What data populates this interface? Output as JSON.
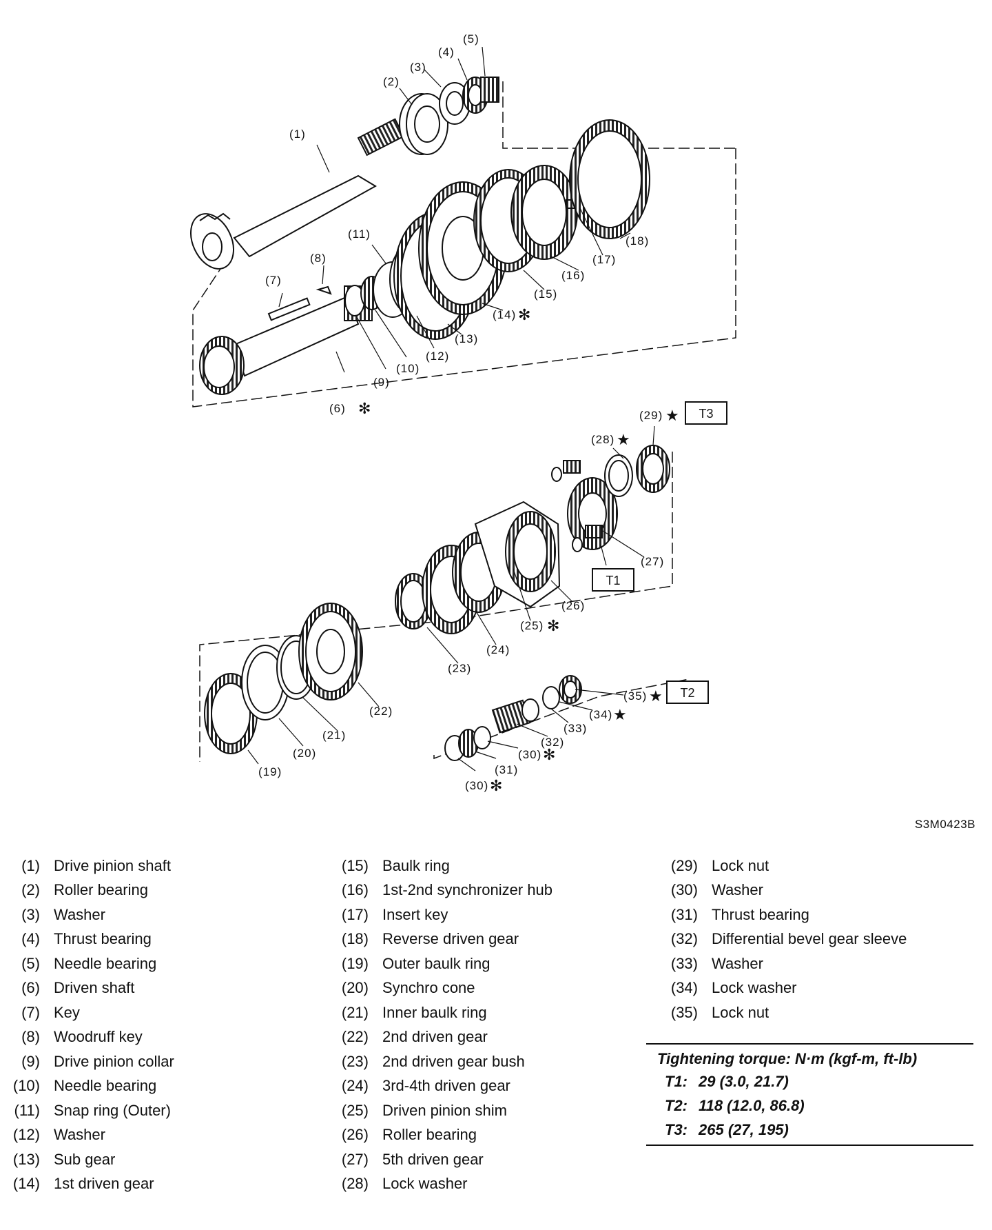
{
  "figure_code": "S3M0423B",
  "callouts": [
    {
      "id": "1",
      "text": "(1)"
    },
    {
      "id": "2",
      "text": "(2)"
    },
    {
      "id": "3",
      "text": "(3)"
    },
    {
      "id": "4",
      "text": "(4)"
    },
    {
      "id": "5",
      "text": "(5)"
    },
    {
      "id": "6",
      "text": "(6)"
    },
    {
      "id": "7",
      "text": "(7)"
    },
    {
      "id": "8",
      "text": "(8)"
    },
    {
      "id": "9",
      "text": "(9)"
    },
    {
      "id": "10",
      "text": "(10)"
    },
    {
      "id": "11",
      "text": "(11)"
    },
    {
      "id": "12",
      "text": "(12)"
    },
    {
      "id": "13",
      "text": "(13)"
    },
    {
      "id": "14",
      "text": "(14)"
    },
    {
      "id": "15",
      "text": "(15)"
    },
    {
      "id": "16",
      "text": "(16)"
    },
    {
      "id": "17",
      "text": "(17)"
    },
    {
      "id": "18",
      "text": "(18)"
    },
    {
      "id": "19",
      "text": "(19)"
    },
    {
      "id": "20",
      "text": "(20)"
    },
    {
      "id": "21",
      "text": "(21)"
    },
    {
      "id": "22",
      "text": "(22)"
    },
    {
      "id": "23",
      "text": "(23)"
    },
    {
      "id": "24",
      "text": "(24)"
    },
    {
      "id": "25",
      "text": "(25)"
    },
    {
      "id": "26",
      "text": "(26)"
    },
    {
      "id": "27",
      "text": "(27)"
    },
    {
      "id": "28",
      "text": "(28)"
    },
    {
      "id": "29",
      "text": "(29)"
    },
    {
      "id": "30a",
      "text": "(30)"
    },
    {
      "id": "30b",
      "text": "(30)"
    },
    {
      "id": "31",
      "text": "(31)"
    },
    {
      "id": "32",
      "text": "(32)"
    },
    {
      "id": "33",
      "text": "(33)"
    },
    {
      "id": "34",
      "text": "(34)"
    },
    {
      "id": "35",
      "text": "(35)"
    }
  ],
  "marks": {
    "asterisk": "✻",
    "star": "★"
  },
  "torque_boxes": {
    "t1": "T1",
    "t2": "T2",
    "t3": "T3"
  },
  "legend": {
    "col1": [
      {
        "num": "(1)",
        "label": "Drive pinion shaft"
      },
      {
        "num": "(2)",
        "label": "Roller bearing"
      },
      {
        "num": "(3)",
        "label": "Washer"
      },
      {
        "num": "(4)",
        "label": "Thrust bearing"
      },
      {
        "num": "(5)",
        "label": "Needle bearing"
      },
      {
        "num": "(6)",
        "label": "Driven shaft"
      },
      {
        "num": "(7)",
        "label": "Key"
      },
      {
        "num": "(8)",
        "label": "Woodruff key"
      },
      {
        "num": "(9)",
        "label": "Drive pinion collar"
      },
      {
        "num": "(10)",
        "label": "Needle bearing"
      },
      {
        "num": "(11)",
        "label": "Snap ring (Outer)"
      },
      {
        "num": "(12)",
        "label": "Washer"
      },
      {
        "num": "(13)",
        "label": "Sub gear"
      },
      {
        "num": "(14)",
        "label": "1st driven gear"
      }
    ],
    "col2": [
      {
        "num": "(15)",
        "label": "Baulk ring"
      },
      {
        "num": "(16)",
        "label": "1st-2nd synchronizer hub"
      },
      {
        "num": "(17)",
        "label": "Insert key"
      },
      {
        "num": "(18)",
        "label": "Reverse driven gear"
      },
      {
        "num": "(19)",
        "label": "Outer baulk ring"
      },
      {
        "num": "(20)",
        "label": "Synchro cone"
      },
      {
        "num": "(21)",
        "label": "Inner baulk ring"
      },
      {
        "num": "(22)",
        "label": "2nd driven gear"
      },
      {
        "num": "(23)",
        "label": "2nd driven gear bush"
      },
      {
        "num": "(24)",
        "label": "3rd-4th driven gear"
      },
      {
        "num": "(25)",
        "label": "Driven pinion shim"
      },
      {
        "num": "(26)",
        "label": "Roller bearing"
      },
      {
        "num": "(27)",
        "label": "5th driven gear"
      },
      {
        "num": "(28)",
        "label": "Lock washer"
      }
    ],
    "col3": [
      {
        "num": "(29)",
        "label": "Lock nut"
      },
      {
        "num": "(30)",
        "label": "Washer"
      },
      {
        "num": "(31)",
        "label": "Thrust bearing"
      },
      {
        "num": "(32)",
        "label": "Differential bevel gear sleeve"
      },
      {
        "num": "(33)",
        "label": "Washer"
      },
      {
        "num": "(34)",
        "label": "Lock washer"
      },
      {
        "num": "(35)",
        "label": "Lock nut"
      }
    ]
  },
  "torque": {
    "title": "Tightening torque: N·m (kgf-m, ft-lb)",
    "rows": [
      {
        "key": "T1:",
        "value": "29 (3.0, 21.7)"
      },
      {
        "key": "T2:",
        "value": "118 (12.0, 86.8)"
      },
      {
        "key": "T3:",
        "value": "265 (27, 195)"
      }
    ]
  }
}
